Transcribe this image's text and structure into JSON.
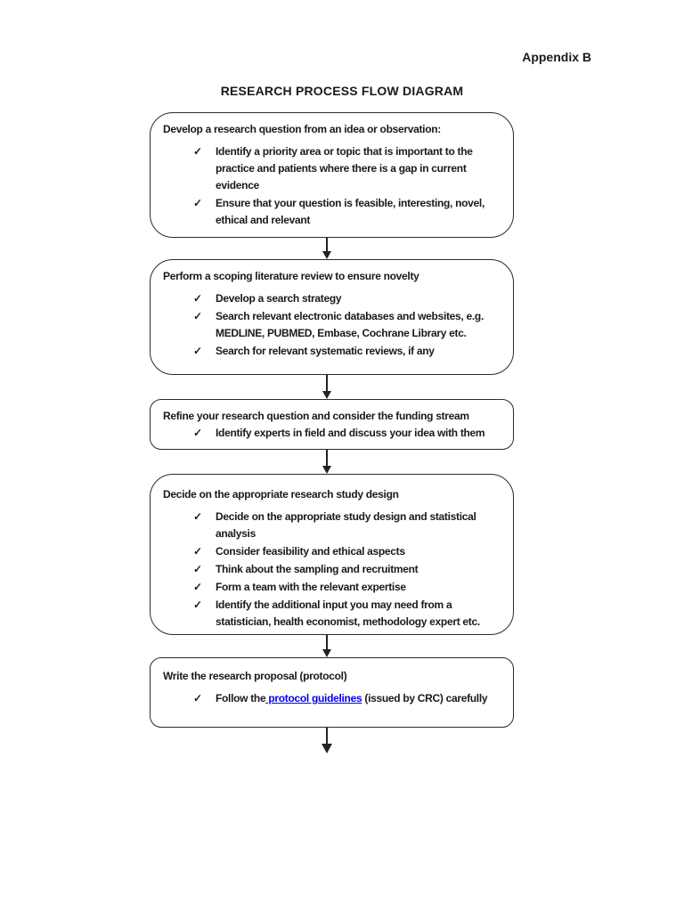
{
  "header": {
    "appendix": "Appendix B",
    "title": "RESEARCH PROCESS FLOW DIAGRAM"
  },
  "icons": {
    "check": "✓"
  },
  "colors": {
    "text": "#1A1A1A",
    "box_border": "#2B2B2B",
    "link": "#0000EE"
  },
  "flow": {
    "boxes": [
      {
        "title": "Develop a research question from an idea or observation:",
        "items": [
          "Identify a priority area or topic that is important to the practice and patients where there is a gap in current evidence",
          "Ensure that your question is feasible, interesting, novel, ethical and relevant"
        ]
      },
      {
        "title": "Perform a scoping literature review to ensure novelty",
        "items": [
          "Develop a search strategy",
          "Search relevant electronic databases and websites, e.g. MEDLINE, PUBMED, Embase, Cochrane Library etc.",
          "Search for relevant systematic reviews, if any"
        ]
      },
      {
        "title": "Refine your research question and consider the funding stream",
        "items": [
          "Identify experts in field and discuss your idea with them"
        ]
      },
      {
        "title": "Decide on the appropriate research study design",
        "items": [
          "Decide on the appropriate study design and statistical analysis",
          "Consider feasibility and ethical aspects",
          "Think about the sampling and recruitment",
          "Form a team with the relevant expertise",
          "Identify the additional input you may need from a statistician, health economist, methodology expert etc."
        ]
      },
      {
        "title": "Write the research proposal (protocol)",
        "link_item": {
          "prefix": "Follow the",
          "link_text": " protocol guidelines",
          "suffix": " (issued by CRC) carefully"
        }
      }
    ]
  }
}
